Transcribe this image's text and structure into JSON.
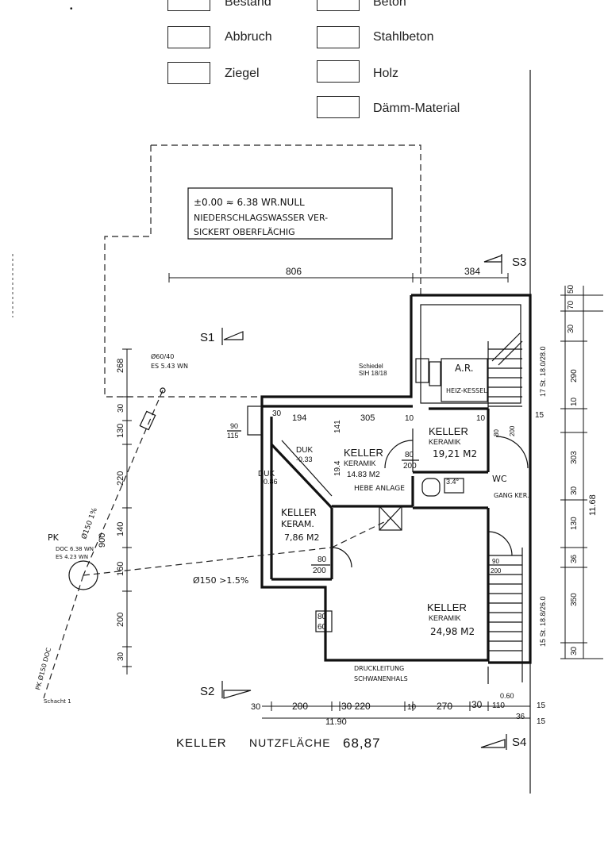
{
  "legend": {
    "items": [
      {
        "label": "Bestand"
      },
      {
        "label": "Beton"
      },
      {
        "label": "Abbruch"
      },
      {
        "label": "Stahlbeton"
      },
      {
        "label": "Ziegel"
      },
      {
        "label": "Holz"
      },
      {
        "label": "Dämm-Material"
      }
    ]
  },
  "note": {
    "line1": "±0.00 ≈ 6.38 WR.NULL",
    "line2": "NIEDERSCHLAGSWASSER VER-",
    "line3": "SICKERT OBERFLÄCHIG"
  },
  "sections": {
    "s1": "S1",
    "s2": "S2",
    "s3": "S3",
    "s4": "S4"
  },
  "rooms": {
    "keller1": {
      "name": "KELLER",
      "finish": "KERAMIK",
      "area": "19,21 M2"
    },
    "keller2": {
      "name": "KELLER",
      "finish": "KERAMIK",
      "area": "14.83 M2"
    },
    "keller3": {
      "name": "KELLER",
      "finish": "KERAM.",
      "area": "7,86 M2"
    },
    "keller4": {
      "name": "KELLER",
      "finish": "KERAMIK",
      "area": "24,98 M2"
    },
    "ar": "A.R.",
    "heizkessel": "HEIZ-KESSEL",
    "wc": "WC",
    "gang": "GANG KER.",
    "hebeanlage": "HEBE ANLAGE"
  },
  "annotations": {
    "schiedel": "Schiedel",
    "sih": "SIH 18/18",
    "duk1": "DUK",
    "duk1_val": "-0.33",
    "duk2": "DUK",
    "duk2_val": "-0.86",
    "slope": "Ø150 >1.5%",
    "druckleitung": "DRUCKLEITUNG",
    "schwanenhals": "SCHWANENHALS",
    "stairs1": "17 St. 18.0/28.0",
    "stairs2": "15 St. 18.8/26.0",
    "schacht": "Ø60/40",
    "es": "ES 5.43 WN",
    "pk": "PK",
    "pk_note1": "DOC 6.38 WN",
    "pk_note2": "ES 4.23 WN",
    "kanal": "Ø150 1%",
    "schacht2": "Schacht 1",
    "pk_low": "PK Ø150 DOC",
    "dim_3_4": "3.4°",
    "dim_060": "0.60"
  },
  "dims": {
    "top_806": "806",
    "top_384": "384",
    "inner_30": "30",
    "inner_194": "194",
    "inner_305": "305",
    "inner_10a": "10",
    "inner_10b": "10",
    "door_90_115a": "90",
    "door_90_115b": "115",
    "door_80_200a": "80",
    "door_80_200b": "200",
    "door_80_200c": "80",
    "door_80_200d": "200",
    "door_80_60a": "80",
    "door_80_60b": "60",
    "door_80_200e": "80",
    "door_80_200f": "200",
    "door_90_200a": "90",
    "door_90_200b": "200",
    "v141": "141",
    "v194": "19.4",
    "left_268": "268",
    "left_130": "130",
    "left_220": "220",
    "left_140": "140",
    "left_160": "160",
    "left_200": "200",
    "left_30a": "30",
    "left_30b": "30",
    "left_900": "900",
    "right_50": "50",
    "right_70": "70",
    "right_30a": "30",
    "right_290": "290",
    "right_10": "10",
    "right_303": "303",
    "right_30b": "30",
    "right_130": "130",
    "right_36": "36",
    "right_350": "350",
    "right_30c": "30",
    "right_1168": "11.68",
    "right_15a": "15",
    "bot_30a": "30",
    "bot_200": "200",
    "bot_30_220": "30 220",
    "bot_10": "10",
    "bot_270": "270",
    "bot_30b": "30",
    "bot_110": "110",
    "bot_15a": "15",
    "bot_36": "36",
    "bot_15b": "15",
    "bot_1190": "11.90"
  },
  "footer": {
    "title": "KELLER",
    "label": "NUTZFLÄCHE",
    "value": "68,87"
  }
}
